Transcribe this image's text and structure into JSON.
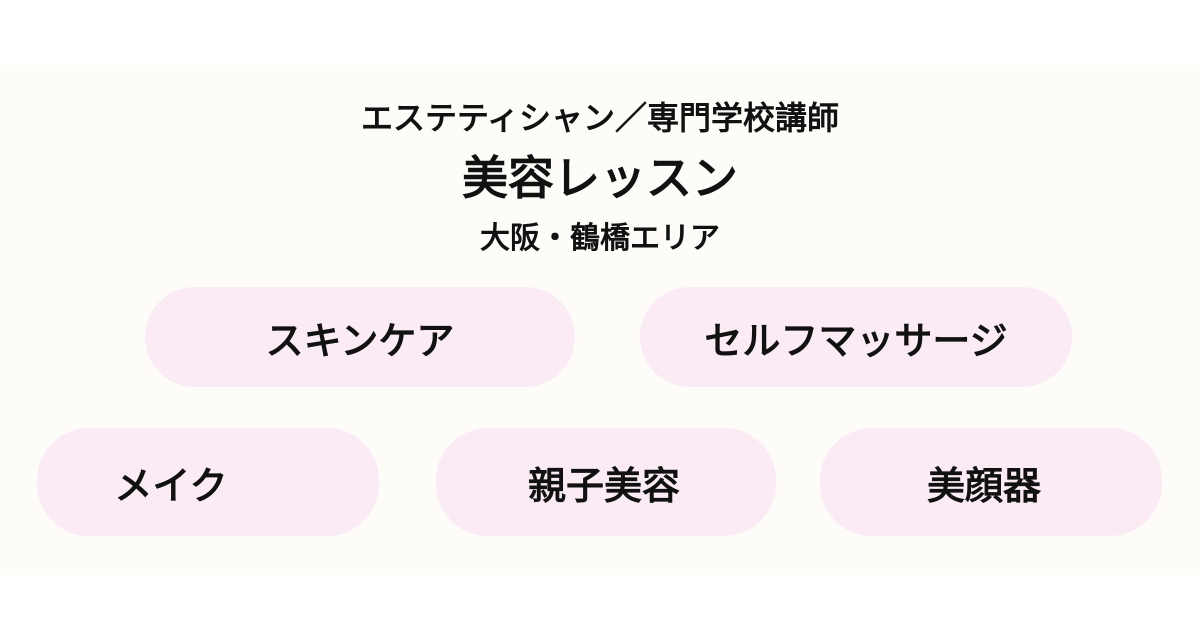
{
  "header": {
    "subtitle": "エステティシャン／専門学校講師",
    "title": "美容レッスン",
    "area": "大阪・鶴橋エリア"
  },
  "lessons": [
    {
      "label": "スキンケア"
    },
    {
      "label": "セルフマッサージ"
    },
    {
      "label": "メイク"
    },
    {
      "label": "親子美容"
    },
    {
      "label": "美顔器"
    }
  ],
  "colors": {
    "background": "#ffffff",
    "band": "#fdfcf8",
    "pill": "#faebf4",
    "text": "#111111"
  }
}
